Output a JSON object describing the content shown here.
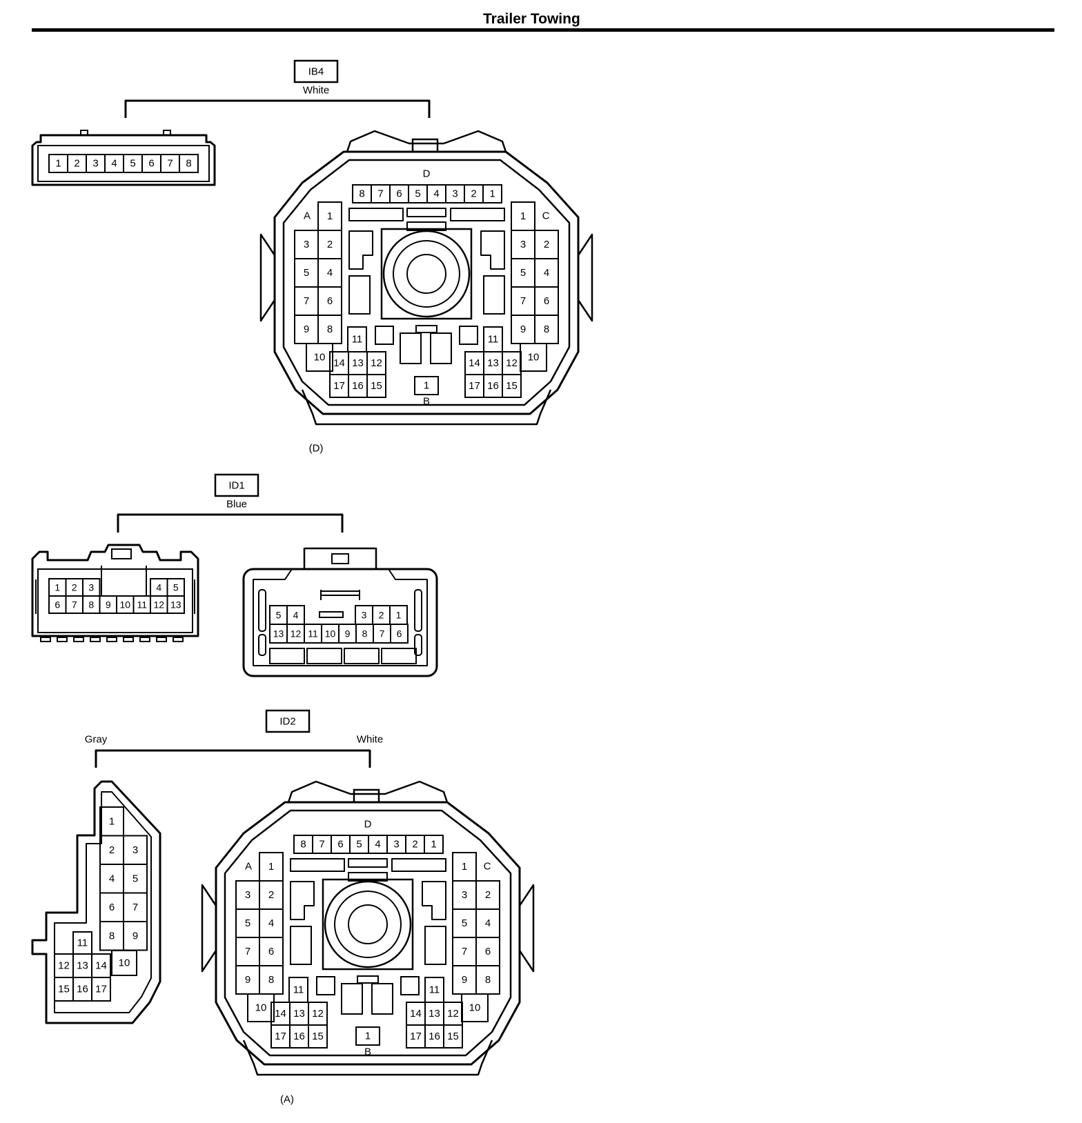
{
  "title": "Trailer Towing",
  "colors": {
    "ink": "#000000",
    "paper": "#ffffff"
  },
  "connectors": [
    {
      "code": "IB4",
      "color_labels": [
        "White"
      ],
      "caption": "(D)",
      "views": [
        {
          "kind": "strip",
          "pins": [
            "1",
            "2",
            "3",
            "4",
            "5",
            "6",
            "7",
            "8"
          ]
        },
        {
          "kind": "round-multi",
          "group_labels": [
            "D",
            "A",
            "C",
            "B"
          ],
          "d_row": [
            "8",
            "7",
            "6",
            "5",
            "4",
            "3",
            "2",
            "1"
          ],
          "a_pins": [
            "1",
            "2",
            "3",
            "4",
            "5",
            "6",
            "7",
            "8",
            "9",
            "10"
          ],
          "c_pins": [
            "1",
            "2",
            "3",
            "4",
            "5",
            "6",
            "7",
            "8",
            "9",
            "10"
          ],
          "low_left": [
            "11",
            "14",
            "13",
            "12",
            "17",
            "16",
            "15"
          ],
          "low_right": [
            "11",
            "14",
            "13",
            "12",
            "17",
            "16",
            "15"
          ],
          "b_pin": "1"
        }
      ]
    },
    {
      "code": "ID1",
      "color_labels": [
        "Blue"
      ],
      "views": [
        {
          "kind": "rect-13",
          "top_row": [
            "1",
            "2",
            "3",
            "",
            "4",
            "5"
          ],
          "bottom_row": [
            "6",
            "7",
            "8",
            "9",
            "10",
            "11",
            "12",
            "13"
          ]
        },
        {
          "kind": "rect-13-mirror",
          "top_row": [
            "5",
            "4",
            "",
            "3",
            "2",
            "1"
          ],
          "bottom_row": [
            "13",
            "12",
            "11",
            "10",
            "9",
            "8",
            "7",
            "6"
          ]
        }
      ]
    },
    {
      "code": "ID2",
      "color_labels": [
        "Gray",
        "White"
      ],
      "caption": "(A)",
      "views": [
        {
          "kind": "angled-17",
          "pins": [
            "1",
            "2",
            "3",
            "4",
            "5",
            "6",
            "7",
            "8",
            "9",
            "10",
            "11",
            "12",
            "13",
            "14",
            "15",
            "16",
            "17"
          ]
        },
        {
          "kind": "round-multi",
          "group_labels": [
            "D",
            "A",
            "C",
            "B"
          ],
          "d_row": [
            "8",
            "7",
            "6",
            "5",
            "4",
            "3",
            "2",
            "1"
          ],
          "a_pins": [
            "1",
            "2",
            "3",
            "4",
            "5",
            "6",
            "7",
            "8",
            "9",
            "10"
          ],
          "c_pins": [
            "1",
            "2",
            "3",
            "4",
            "5",
            "6",
            "7",
            "8",
            "9",
            "10"
          ],
          "low_left": [
            "11",
            "14",
            "13",
            "12",
            "17",
            "16",
            "15"
          ],
          "low_right": [
            "11",
            "14",
            "13",
            "12",
            "17",
            "16",
            "15"
          ],
          "b_pin": "1"
        }
      ]
    }
  ]
}
